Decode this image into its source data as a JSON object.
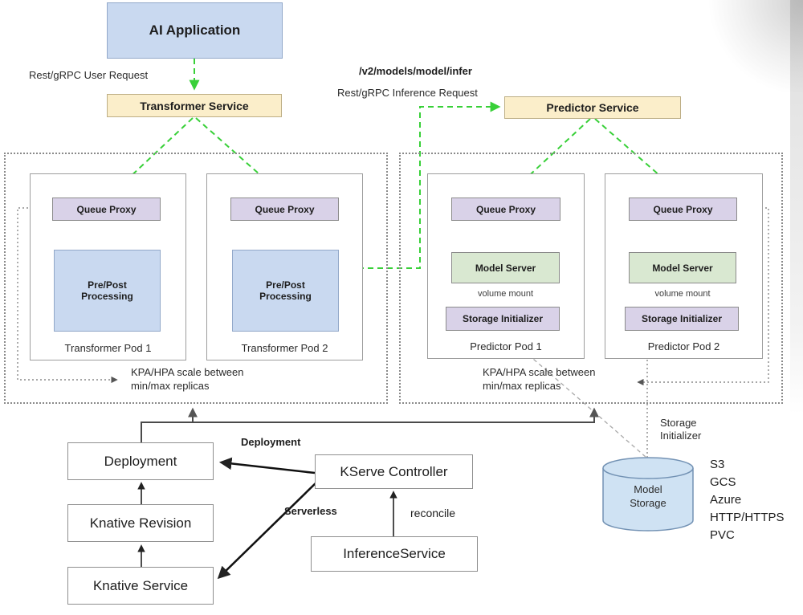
{
  "diagram": {
    "nodes": {
      "ai_application": "AI Application",
      "transformer_service": "Transformer Service",
      "predictor_service": "Predictor Service",
      "queue_proxy": "Queue Proxy",
      "prepost_processing": "Pre/Post Processing",
      "model_server": "Model Server",
      "storage_initializer": "Storage Initializer",
      "volume_mount": "volume mount",
      "transformer_pod_1": "Transformer Pod 1",
      "transformer_pod_2": "Transformer Pod 2",
      "predictor_pod_1": "Predictor Pod 1",
      "predictor_pod_2": "Predictor Pod 2",
      "deployment": "Deployment",
      "knative_revision": "Knative Revision",
      "knative_service": "Knative Service",
      "kserve_controller": "KServe Controller",
      "inference_service": "InferenceService",
      "model_storage": "Model Storage"
    },
    "labels": {
      "user_request": "Rest/gRPC User Request",
      "infer_path": "/v2/models/model/infer",
      "inference_request": "Rest/gRPC Inference Request",
      "kpa_scale_line1": "KPA/HPA scale between",
      "kpa_scale_line2": "min/max replicas",
      "storage_initializer_line1": "Storage",
      "storage_initializer_line2": "Initializer",
      "deployment_edge": "Deployment",
      "serverless_edge": "Serverless",
      "reconcile_edge": "reconcile",
      "storage_types": [
        "S3",
        "GCS",
        "Azure",
        "HTTP/HTTPS",
        "PVC"
      ]
    },
    "colors": {
      "app_blue": "#c9d9f0",
      "service_cream": "#fbeeca",
      "proxy_purple": "#d9d2e8",
      "server_green": "#d9e8d1",
      "storage_cylinder": "#cfe2f3",
      "flow_green": "#38d038",
      "scale_gray": "#8a8a8a",
      "control_dark": "#222222"
    }
  }
}
